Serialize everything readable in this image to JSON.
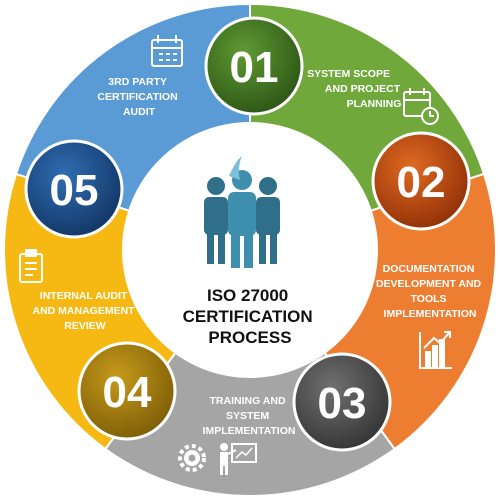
{
  "center": {
    "title_lines": [
      "ISO 27000",
      "CERTIFICATION",
      "PROCESS"
    ],
    "icon": "people-group-icon"
  },
  "steps": [
    {
      "number": "01",
      "label_lines": [
        "SYSTEM SCOPE",
        "AND PROJECT",
        "PLANNING"
      ],
      "icon": "calendar-clock-icon",
      "ring_color": "#70a83b",
      "circle_color": "#3f6e22"
    },
    {
      "number": "02",
      "label_lines": [
        "DOCUMENTATION",
        "DEVELOPMENT AND",
        "TOOLS",
        "IMPLEMENTATION"
      ],
      "icon": "bar-chart-growth-icon",
      "ring_color": "#ed7d31",
      "circle_color": "#b8410e"
    },
    {
      "number": "03",
      "label_lines": [
        "TRAINING AND",
        "SYSTEM",
        "IMPLEMENTATION"
      ],
      "icon": "gear-presentation-icon",
      "ring_color": "#a5a5a5",
      "circle_color": "#505050"
    },
    {
      "number": "04",
      "label_lines": [
        "INTERNAL AUDIT",
        "AND MANAGEMENT",
        "REVIEW"
      ],
      "icon": "clipboard-icon",
      "ring_color": "#f6b913",
      "circle_color": "#a87f0d"
    },
    {
      "number": "05",
      "label_lines": [
        "3RD PARTY",
        "CERTIFICATION",
        "AUDIT"
      ],
      "icon": "calendar-icon",
      "ring_color": "#5b9bd5",
      "circle_color": "#1d4d8c"
    }
  ]
}
